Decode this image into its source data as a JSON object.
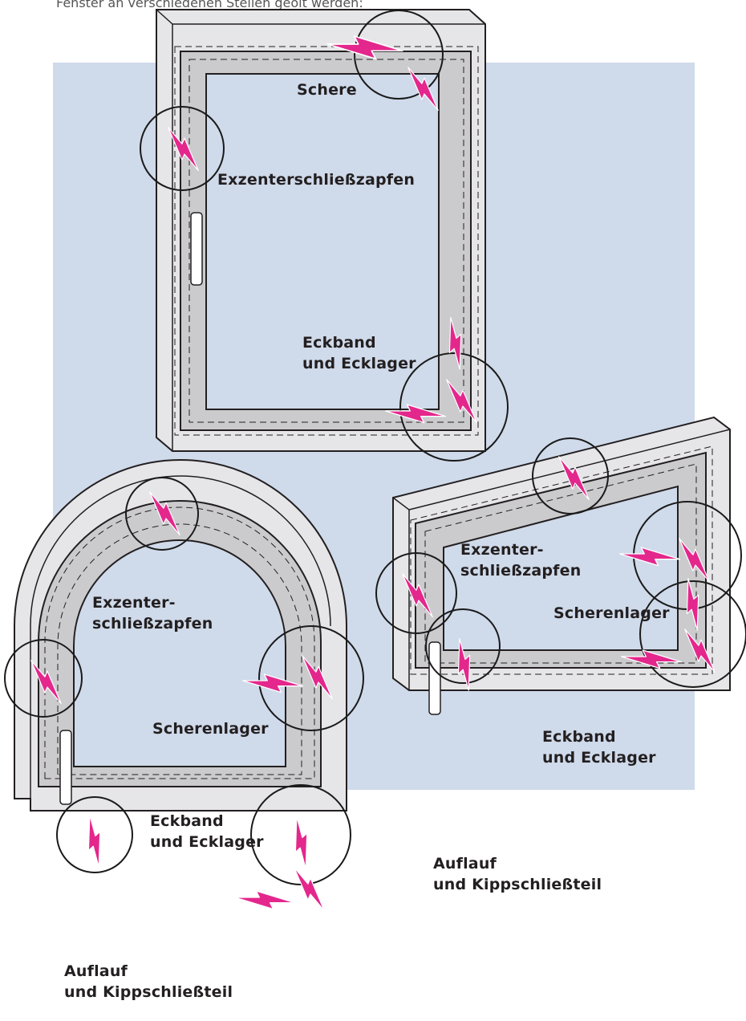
{
  "top_clipped_text": "Fenster an verschiedenen Stellen geölt werden:",
  "colors": {
    "background_panel": "#cfdaea",
    "frame_fill": "#e6e6e8",
    "sash_fill": "#cbcbcd",
    "outline": "#231f20",
    "arrow": "#e4278c",
    "circle": "#1a1a1a"
  },
  "labels": {
    "top_window": {
      "schere": "Schere",
      "exzenter": "Exzenterschließzapfen",
      "eckband_1": "Eckband",
      "eckband_2": "und Ecklager"
    },
    "arch_window": {
      "exzenter_1": "Exzenter-",
      "exzenter_2": "schließzapfen",
      "scherenlager": "Scherenlager",
      "eckband_1": "Eckband",
      "eckband_2": "und Ecklager",
      "auflauf_1": "Auflauf",
      "auflauf_2": "und Kippschließteil"
    },
    "right_window": {
      "exzenter_1": "Exzenter-",
      "exzenter_2": "schließzapfen",
      "scherenlager": "Scherenlager",
      "eckband_1": "Eckband",
      "eckband_2": "und Ecklager",
      "auflauf_1": "Auflauf",
      "auflauf_2": "und Kippschließteil"
    }
  }
}
